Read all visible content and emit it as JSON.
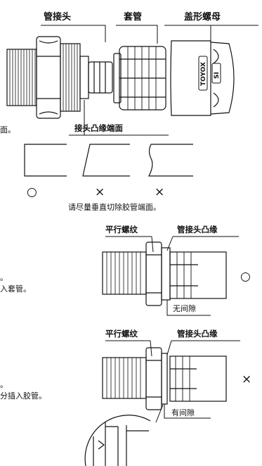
{
  "top_labels": {
    "fitting_body": "管接头",
    "sleeve": "套管",
    "cap_nut": "盖形螺母",
    "flange_face": "接头凸缘端面"
  },
  "brand_marks": [
    "TOYOX",
    "SI"
  ],
  "cut_section": {
    "truncated_left": "面。",
    "marks": [
      "○",
      "×",
      "×"
    ],
    "caption": "请尽量垂直切除胶管端面。"
  },
  "assembly_good": {
    "label_thread": "平行螺纹",
    "label_flange": "管接头凸缘",
    "gap_label": "无间隙",
    "mark": "○",
    "truncated_left_1": "。",
    "truncated_left_2": "入套管。"
  },
  "assembly_bad": {
    "label_thread": "平行螺纹",
    "label_flange": "管接头凸缘",
    "gap_label": "有间隙",
    "mark": "×",
    "truncated_left_1": "。",
    "truncated_left_2": "分插入胶管。"
  }
}
